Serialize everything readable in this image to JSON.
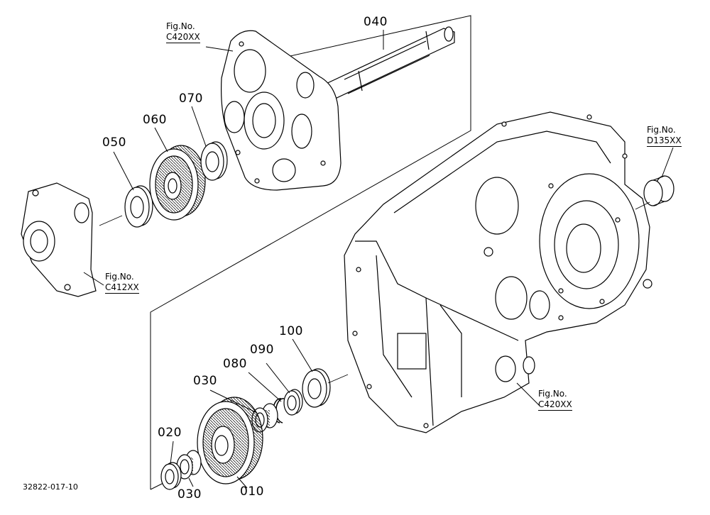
{
  "part_labels": {
    "p010": "010",
    "p020": "020",
    "p030a": "030",
    "p030b": "030",
    "p040": "040",
    "p050": "050",
    "p060": "060",
    "p070": "070",
    "p080": "080",
    "p090": "090",
    "p100": "100"
  },
  "figure_refs": {
    "top": {
      "prefix": "Fig.No.",
      "code": "C420XX"
    },
    "left": {
      "prefix": "Fig.No.",
      "code": "C412XX"
    },
    "right_top": {
      "prefix": "Fig.No.",
      "code": "D135XX"
    },
    "right_bottom": {
      "prefix": "Fig.No.",
      "code": "C420XX"
    }
  },
  "document_number": "32822-017-10"
}
